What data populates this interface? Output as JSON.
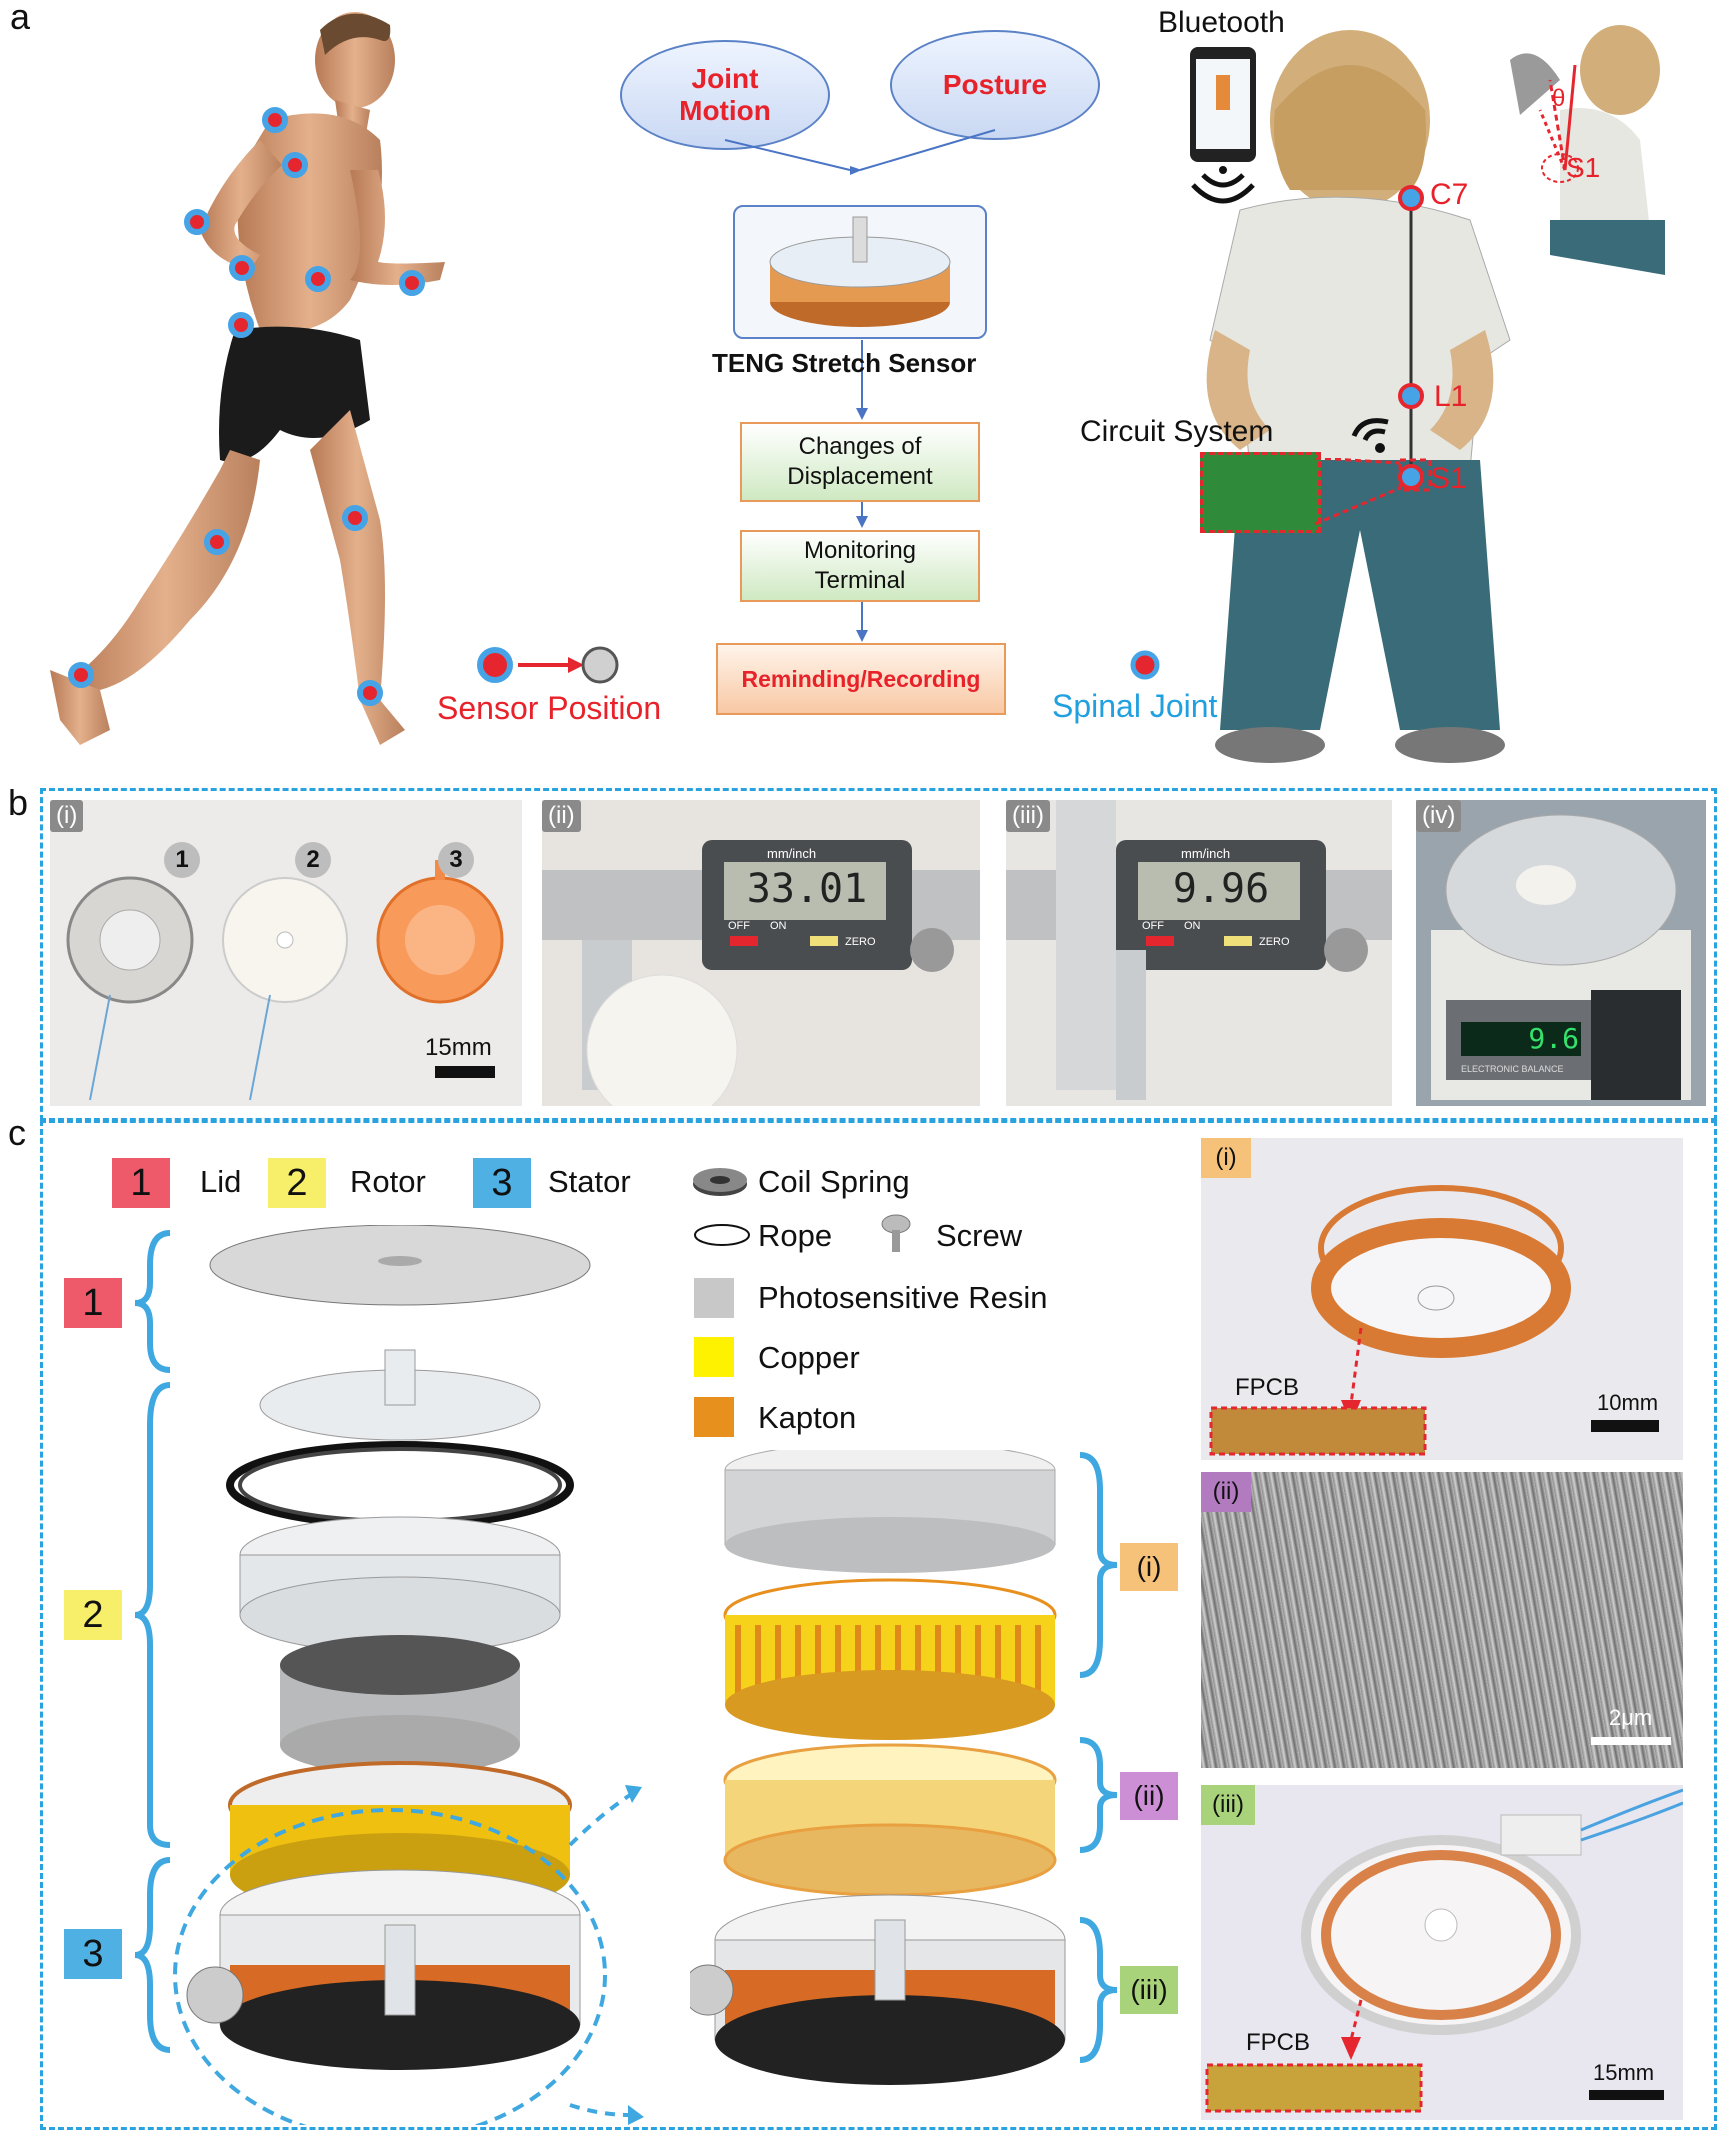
{
  "panel_a": {
    "letter": "a",
    "flow": {
      "ellipse_left": "Joint\nMotion",
      "ellipse_right": "Posture",
      "sensor_caption": "TENG Stretch Sensor",
      "box1": "Changes of\nDisplacement",
      "box2": "Monitoring\nTerminal",
      "box3": "Reminding/Recording"
    },
    "legend_sensor": "Sensor Position",
    "legend_spinal": "Spinal Joint",
    "bluetooth": "Bluetooth",
    "circuit_system": "Circuit System",
    "spine_labels": [
      "C7",
      "L1",
      "S1"
    ],
    "inset_labels": {
      "angle": "θ",
      "point": "S1"
    }
  },
  "panel_b": {
    "letter": "b",
    "tags": [
      "(i)",
      "(ii)",
      "(iii)",
      "(iv)"
    ],
    "device_numbers": [
      "1",
      "2",
      "3"
    ],
    "scale_bar": "15mm",
    "caliper_readings": [
      "33.01",
      "9.96"
    ],
    "caliper_units": "mm/inch",
    "caliper_buttons": [
      "OFF",
      "ON",
      "ZERO"
    ],
    "balance_reading": "9.6",
    "balance_label": "ELECTRONIC BALANCE"
  },
  "panel_c": {
    "letter": "c",
    "legend": [
      {
        "num": "1",
        "label": "Lid",
        "color": "#ef5a6b"
      },
      {
        "num": "2",
        "label": "Rotor",
        "color": "#f7ef6a"
      },
      {
        "num": "3",
        "label": "Stator",
        "color": "#4fb0e4"
      }
    ],
    "materials": {
      "coil_spring": "Coil Spring",
      "rope": "Rope",
      "screw": "Screw",
      "resin": "Photosensitive Resin",
      "copper": "Copper",
      "kapton": "Kapton"
    },
    "material_colors": {
      "resin": "#c8c8c8",
      "copper": "#fff200",
      "kapton": "#e8901e"
    },
    "group_labels": [
      "1",
      "2",
      "3"
    ],
    "sub_labels": [
      "(i)",
      "(ii)",
      "(iii)"
    ],
    "sub_label_colors": [
      "#f6c27a",
      "#cc8fd6",
      "#a9d37a"
    ],
    "photo_labels": {
      "i_tag": "(i)",
      "i_fpcb": "FPCB",
      "i_scale": "10mm",
      "ii_tag": "(ii)",
      "ii_scale": "2μm",
      "iii_tag": "(iii)",
      "iii_fpcb": "FPCB",
      "iii_scale": "15mm"
    }
  }
}
